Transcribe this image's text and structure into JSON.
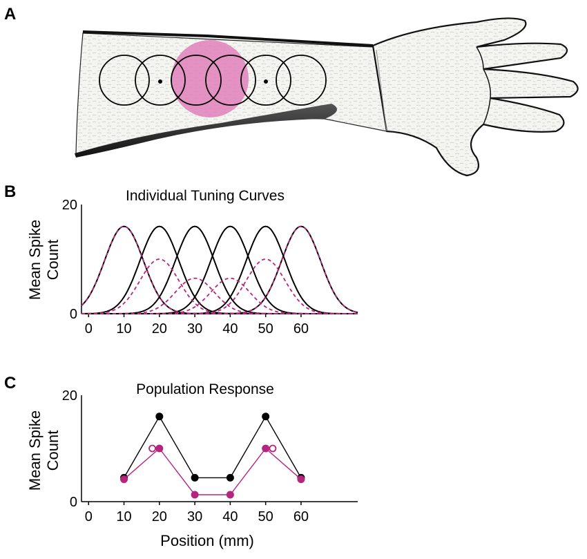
{
  "panels": {
    "a": {
      "letter": "A"
    },
    "b": {
      "letter": "B"
    },
    "c": {
      "letter": "C"
    }
  },
  "colors": {
    "black": "#000000",
    "magenta": "#b5247d",
    "stimulus_fill": "#e07fbb"
  },
  "receptive_fields": {
    "count": 6,
    "stimulus_position_between": [
      3,
      4
    ]
  },
  "chart_data": [
    {
      "type": "line",
      "title": "Individual Tuning Curves",
      "ylabel_lines": [
        "Mean Spike",
        "Count"
      ],
      "xlabel": "",
      "xlim": [
        -2,
        76
      ],
      "ylim": [
        0,
        20
      ],
      "xticks": [
        "0",
        "10",
        "20",
        "30",
        "40",
        "50",
        "60"
      ],
      "xtick_values": [
        0,
        10,
        20,
        30,
        40,
        50,
        60
      ],
      "yticks": [
        "0",
        "20"
      ],
      "ytick_values": [
        0,
        20
      ],
      "grid": false,
      "tuning": {
        "centers": [
          10,
          20,
          30,
          40,
          50,
          60
        ],
        "peak": 16,
        "sigma": 5.5
      },
      "series": [
        {
          "style": "solid",
          "color": "#000000",
          "centers": [
            10,
            20,
            30,
            40,
            50,
            60
          ],
          "peaks": [
            16,
            16,
            16,
            16,
            16,
            16
          ]
        },
        {
          "style": "dashed",
          "color": "#b5247d",
          "centers": [
            10,
            20,
            30,
            40,
            50,
            60
          ],
          "peaks": [
            16,
            10,
            6.5,
            6.5,
            10,
            16
          ]
        }
      ]
    },
    {
      "type": "line",
      "title": "Population Response",
      "ylabel_lines": [
        "Mean Spike",
        "Count"
      ],
      "xlabel": "Position (mm)",
      "xlim": [
        -2,
        76
      ],
      "ylim": [
        0,
        20
      ],
      "xticks": [
        "0",
        "10",
        "20",
        "30",
        "40",
        "50",
        "60"
      ],
      "xtick_values": [
        0,
        10,
        20,
        30,
        40,
        50,
        60
      ],
      "yticks": [
        "0",
        "20"
      ],
      "ytick_values": [
        0,
        20
      ],
      "grid": false,
      "series": [
        {
          "style": "filled",
          "color": "#000000",
          "x": [
            10,
            20,
            30,
            40,
            50,
            60
          ],
          "y": [
            4.5,
            16,
            4.5,
            4.5,
            16,
            4.5
          ]
        },
        {
          "style": "filled",
          "color": "#b5247d",
          "x": [
            10,
            20,
            30,
            40,
            50,
            60
          ],
          "y": [
            4.2,
            10,
            1.3,
            1.3,
            10,
            4.2
          ]
        }
      ],
      "open_markers": {
        "color": "#b5247d",
        "x": [
          18,
          52
        ],
        "y": [
          10,
          10
        ]
      }
    }
  ]
}
